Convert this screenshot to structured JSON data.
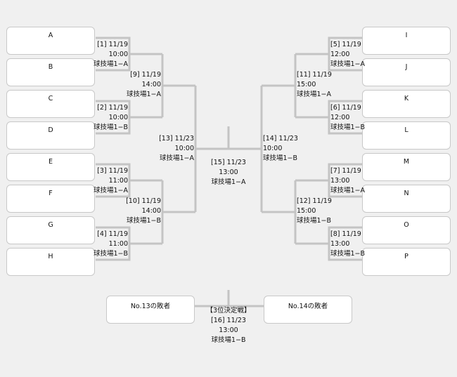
{
  "teams_left": [
    "A",
    "B",
    "C",
    "D",
    "E",
    "F",
    "G",
    "H"
  ],
  "teams_right": [
    "I",
    "J",
    "K",
    "L",
    "M",
    "N",
    "O",
    "P"
  ],
  "matches": {
    "m1": {
      "no": "[1] 11/19",
      "time": "10:00",
      "venue": "球技場1−A"
    },
    "m2": {
      "no": "[2] 11/19",
      "time": "10:00",
      "venue": "球技場1−B"
    },
    "m3": {
      "no": "[3] 11/19",
      "time": "11:00",
      "venue": "球技場1−A"
    },
    "m4": {
      "no": "[4] 11/19",
      "time": "11:00",
      "venue": "球技場1−B"
    },
    "m5": {
      "no": "[5] 11/19",
      "time": "12:00",
      "venue": "球技場1−A"
    },
    "m6": {
      "no": "[6] 11/19",
      "time": "12:00",
      "venue": "球技場1−B"
    },
    "m7": {
      "no": "[7] 11/19",
      "time": "13:00",
      "venue": "球技場1−A"
    },
    "m8": {
      "no": "[8] 11/19",
      "time": "13:00",
      "venue": "球技場1−B"
    },
    "m9": {
      "no": "[9] 11/19",
      "time": "14:00",
      "venue": "球技場1−A"
    },
    "m10": {
      "no": "[10] 11/19",
      "time": "14:00",
      "venue": "球技場1−B"
    },
    "m11": {
      "no": "[11] 11/19",
      "time": "15:00",
      "venue": "球技場1−A"
    },
    "m12": {
      "no": "[12] 11/19",
      "time": "15:00",
      "venue": "球技場1−B"
    },
    "m13": {
      "no": "[13] 11/23",
      "time": "10:00",
      "venue": "球技場1−A"
    },
    "m14": {
      "no": "[14] 11/23",
      "time": "10:00",
      "venue": "球技場1−B"
    },
    "m15": {
      "no": "[15] 11/23",
      "time": "13:00",
      "venue": "球技場1−A"
    },
    "m16": {
      "title": "【3位決定戦】",
      "no": "[16] 11/23",
      "time": "13:00",
      "venue": "球技場1−B"
    }
  },
  "third_place": {
    "left": "No.13の敗者",
    "right": "No.14の敗者"
  }
}
